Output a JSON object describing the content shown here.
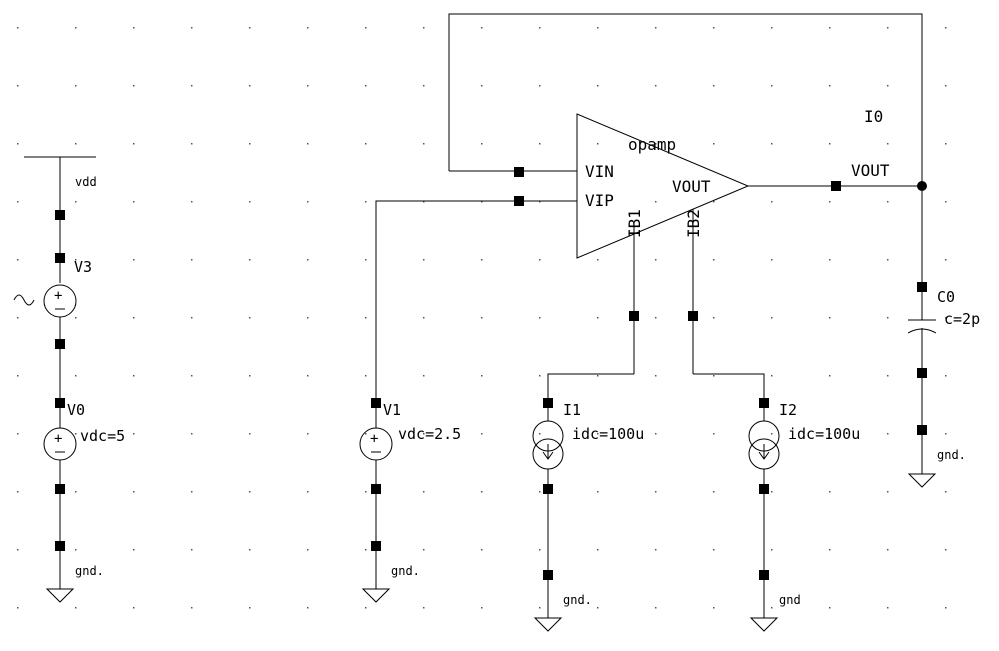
{
  "opamp": {
    "instance": "I0",
    "cell": "opamp",
    "pins": {
      "vin": "VIN",
      "vip": "VIP",
      "vout": "VOUT",
      "ib1": "IB1",
      "ib2": "IB2"
    }
  },
  "net_vout": "VOUT",
  "vdd": {
    "net": "vdd"
  },
  "v3": {
    "name": "V3"
  },
  "v0": {
    "name": "V0",
    "param": "vdc=5",
    "gnd": "gnd."
  },
  "v1": {
    "name": "V1",
    "param": "vdc=2.5",
    "gnd": "gnd."
  },
  "i1": {
    "name": "I1",
    "param": "idc=100u",
    "gnd": "gnd."
  },
  "i2": {
    "name": "I2",
    "param": "idc=100u",
    "gnd": "gnd"
  },
  "c0": {
    "name": "C0",
    "param": "c=2p",
    "gnd": "gnd."
  }
}
